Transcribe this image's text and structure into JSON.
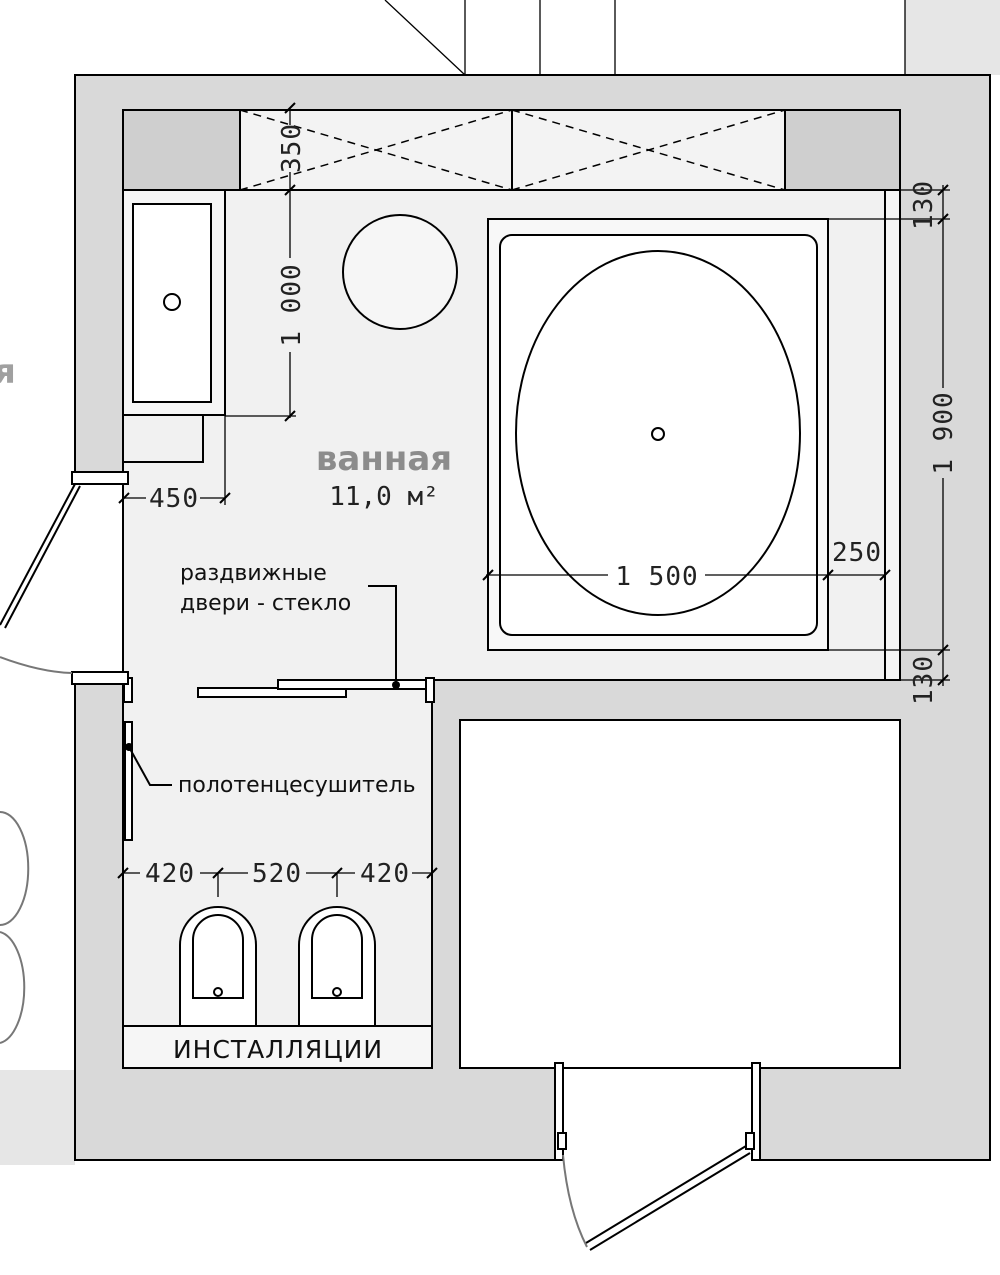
{
  "room": {
    "name": "ванная",
    "area": "11,0 м²"
  },
  "labels": {
    "sliding_doors_line1": "раздвижные",
    "sliding_doors_line2": "двери - стекло",
    "towel_dryer": "полотенцесушитель",
    "installations": "ИНСТАЛЛЯЦИИ"
  },
  "dimensions": {
    "d350": "350",
    "d1000": "1 000",
    "d450": "450",
    "d130_top": "130",
    "d1900": "1 900",
    "d250": "250",
    "d1500": "1 500",
    "d130_bottom": "130",
    "d420_left": "420",
    "d520": "520",
    "d420_right": "420"
  },
  "edge_text": "я"
}
